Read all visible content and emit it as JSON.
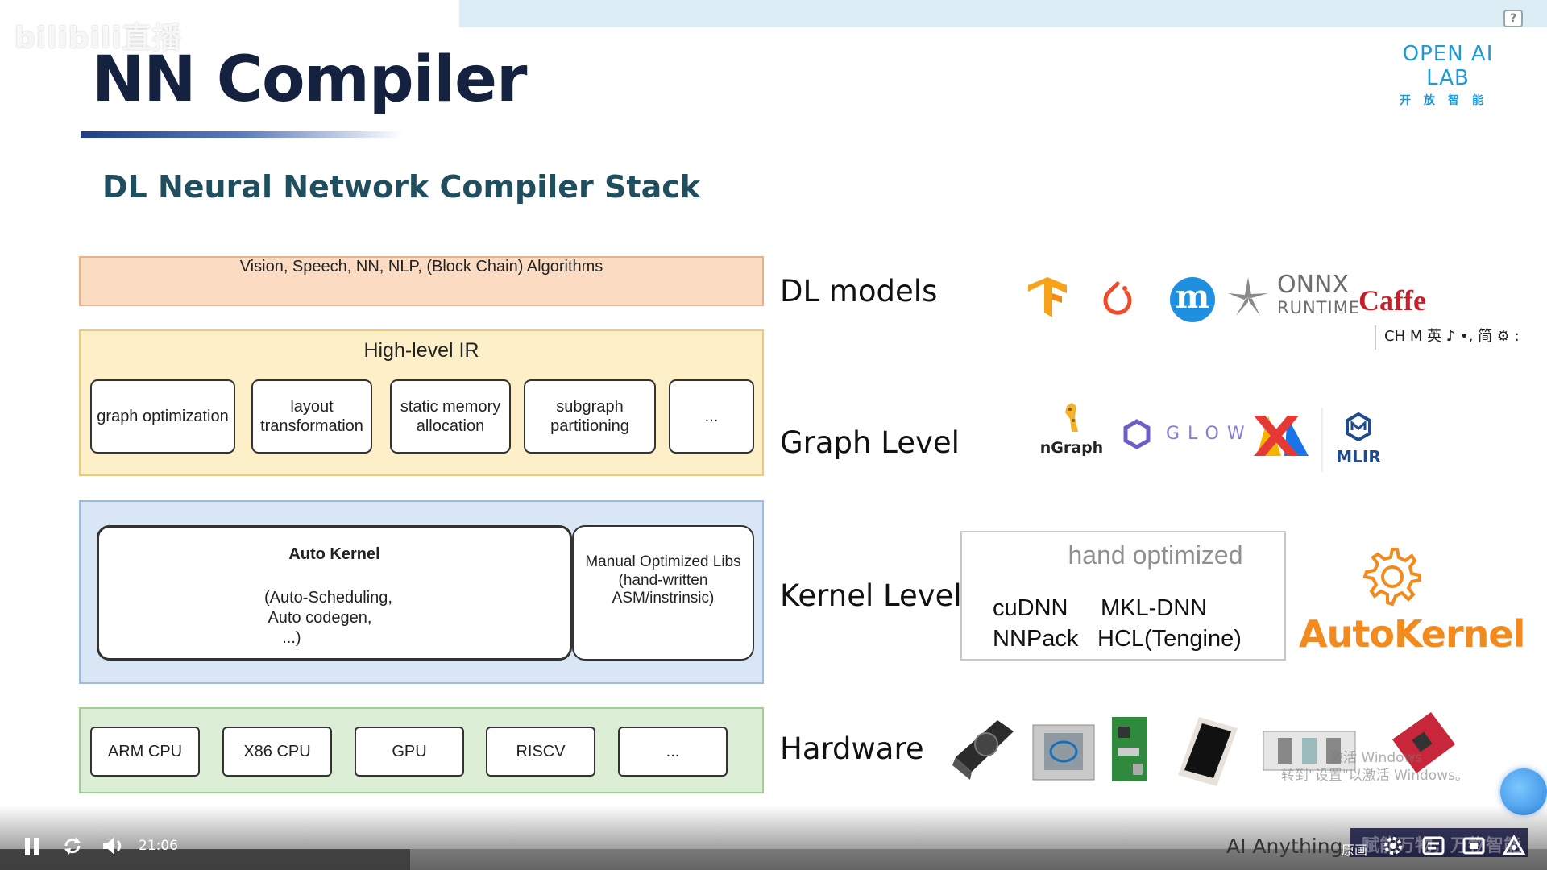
{
  "player": {
    "watermark": "bilibili直播",
    "time": "21:06",
    "progress_fraction": 0.265,
    "channel": "AI Anything",
    "quality": "原画",
    "ticker": "赋能万物，万物智能"
  },
  "brand": {
    "main": "OPEN AI LAB",
    "sub": "开放智能"
  },
  "help": "?",
  "slide": {
    "title": "NN Compiler",
    "subtitle": "DL Neural Network Compiler Stack",
    "algorithms": "Vision,  Speech, NN, NLP,  (Block Chain) Algorithms",
    "ir": {
      "title": "High-level IR",
      "items": [
        "graph optimization",
        "layout\ntransformation",
        "static memory\nallocation",
        "subgraph\npartitioning",
        "..."
      ]
    },
    "kernel": {
      "auto_title": "Auto Kernel",
      "auto_body": "(Auto-Scheduling,\n Auto codegen,\n    ...)",
      "manual": "Manual Optimized Libs\n(hand-written\nASM/instrinsic)"
    },
    "hardware": [
      "ARM CPU",
      "X86 CPU",
      "GPU",
      "RISCV",
      "..."
    ],
    "levels": [
      "DL models",
      "Graph Level",
      "Kernel Level",
      "Hardware"
    ]
  },
  "logos": {
    "onnx_line1": "ONNX",
    "onnx_line2": "RUNTIME",
    "caffe": "Caffe",
    "ngraph": "nGraph",
    "glow": "GLOW",
    "mlir": "MLIR",
    "autokernel": "AutoKernel",
    "cn_toolbar": "CH M 英 ♪ •, 简 ⚙ :"
  },
  "hand_optimized": {
    "title": "hand optimized",
    "libs": [
      "cuDNN",
      "MKL-DNN",
      "NNPack",
      "HCL(Tengine)"
    ]
  },
  "windows_watermark": {
    "line1": "激活 Windows",
    "line2": "转到\"设置\"以激活 Windows。"
  },
  "colors": {
    "algo_bg": "#fbdcc3",
    "ir_bg": "#fdf0c8",
    "kernel_bg": "#d9e6f6",
    "hw_bg": "#dcefd6",
    "title": "#14213f",
    "subtitle": "#1f4e5e",
    "autokernel": "#f28a1d",
    "brand": "#1e9ad6"
  }
}
